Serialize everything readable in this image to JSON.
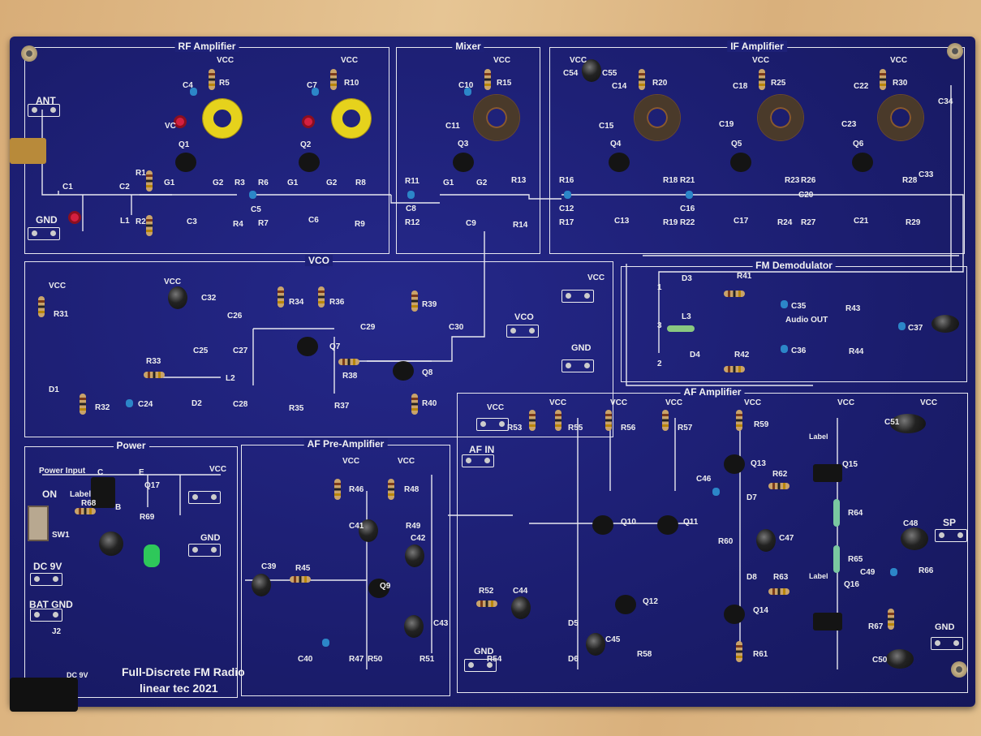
{
  "board": {
    "title_line1": "Full-Discrete FM Radio",
    "title_line2": "linear tec 2021"
  },
  "sections": {
    "rf": {
      "title": "RF Amplifier",
      "labels": [
        "ANT",
        "GND",
        "C1",
        "C2",
        "L1",
        "R1",
        "R2",
        "C4",
        "R5",
        "VCC",
        "VC",
        "Q1",
        "G1",
        "G2",
        "R3",
        "C3",
        "R4",
        "C5",
        "R6",
        "R7",
        "G1",
        "Q2",
        "G2",
        "R8",
        "C6",
        "R9",
        "C7",
        "R10",
        "VCC"
      ]
    },
    "mixer": {
      "title": "Mixer",
      "labels": [
        "C10",
        "R15",
        "C11",
        "Q3",
        "R11",
        "C8",
        "R12",
        "G1",
        "G2",
        "R13",
        "C9",
        "R14",
        "VCC"
      ]
    },
    "if": {
      "title": "IF Amplifier",
      "labels": [
        "C54",
        "C55",
        "C14",
        "R20",
        "C15",
        "Q4",
        "R16",
        "C12",
        "R17",
        "R18",
        "C13",
        "R19",
        "C18",
        "R25",
        "C19",
        "Q5",
        "R21",
        "C16",
        "R22",
        "R23",
        "C17",
        "R24",
        "C20",
        "R26",
        "R27",
        "C22",
        "R30",
        "C23",
        "Q6",
        "R28",
        "C33",
        "C21",
        "R29",
        "C34",
        "VCC",
        "VCC",
        "VCC"
      ]
    },
    "vco": {
      "title": "VCO",
      "labels": [
        "VCC",
        "R31",
        "D1",
        "R32",
        "R33",
        "C24",
        "C25",
        "L2",
        "D2",
        "C26",
        "C27",
        "C28",
        "R34",
        "R36",
        "C29",
        "Q7",
        "R38",
        "R35",
        "R37",
        "R39",
        "C30",
        "Q8",
        "R40",
        "C32",
        "VCO",
        "GND",
        "VCC",
        "VCC"
      ]
    },
    "fm_demod": {
      "title": "FM Demodulator",
      "labels": [
        "D3",
        "R41",
        "C35",
        "R43",
        "L3",
        "Audio OUT",
        "C36",
        "R44",
        "D4",
        "R42",
        "C37",
        "1",
        "2",
        "3"
      ]
    },
    "power": {
      "title": "Power",
      "labels": [
        "Power Input",
        "C",
        "E",
        "ON",
        "Label",
        "R68",
        "B",
        "Q17",
        "VCC",
        "R69",
        "SW1",
        "GND",
        "DC 9V",
        "BAT GND",
        "J2",
        "DC 9V"
      ]
    },
    "af_pre": {
      "title": "AF Pre-Amplifier",
      "labels": [
        "R46",
        "R48",
        "C41",
        "R49",
        "C42",
        "C39",
        "R45",
        "Q9",
        "C43",
        "C40",
        "R47",
        "R50",
        "R51",
        "VCC",
        "VCC"
      ]
    },
    "af_amp": {
      "title": "AF Amplifier",
      "labels": [
        "AF IN",
        "VCC",
        "R53",
        "R55",
        "R56",
        "R57",
        "R59",
        "Q13",
        "R62",
        "C46",
        "D7",
        "Q10",
        "Q11",
        "R60",
        "C47",
        "D8",
        "R63",
        "R52",
        "C44",
        "Q12",
        "Q14",
        "R61",
        "C45",
        "D5",
        "D6",
        "R54",
        "R58",
        "GND",
        "R64",
        "R65",
        "C48",
        "SP",
        "C49",
        "R66",
        "Q15",
        "Q16",
        "R67",
        "C50",
        "GND",
        "C51",
        "Label",
        "Label",
        "VCC",
        "VCC",
        "VCC",
        "VCC",
        "VCC",
        "VCC"
      ]
    }
  }
}
